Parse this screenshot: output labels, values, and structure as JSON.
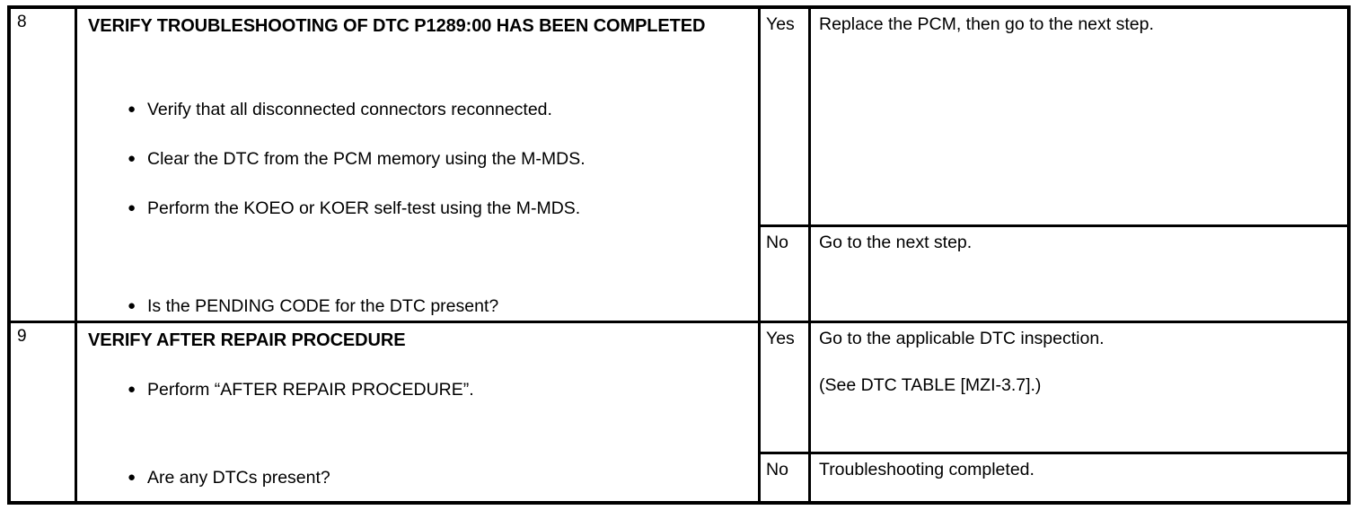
{
  "document": {
    "type": "dtc-troubleshooting-table",
    "columns": [
      "step",
      "inspection-action",
      "result",
      "action-to-take"
    ]
  },
  "rows": [
    {
      "step": "8",
      "title": "VERIFY TROUBLESHOOTING OF DTC P1289:00 HAS BEEN COMPLETED",
      "bullets": [
        "Verify that all disconnected connectors reconnected.",
        "Clear the DTC from the PCM memory using the M-MDS.",
        "Perform the KOEO or KOER self-test using the M-MDS."
      ],
      "question": "Is the PENDING CODE for the DTC present?",
      "results": [
        {
          "label": "Yes",
          "lines": [
            "Replace the PCM, then go to the next step."
          ]
        },
        {
          "label": "No",
          "lines": [
            "Go to the next step."
          ]
        }
      ]
    },
    {
      "step": "9",
      "title": "VERIFY AFTER REPAIR PROCEDURE",
      "bullets": [
        "Perform “AFTER REPAIR PROCEDURE”."
      ],
      "question": "Are any DTCs present?",
      "results": [
        {
          "label": "Yes",
          "lines": [
            "Go to the applicable DTC inspection.",
            "(See DTC TABLE [MZI-3.7].)"
          ]
        },
        {
          "label": "No",
          "lines": [
            "Troubleshooting completed."
          ]
        }
      ]
    }
  ],
  "glyphs": {
    "bullet": "●"
  }
}
